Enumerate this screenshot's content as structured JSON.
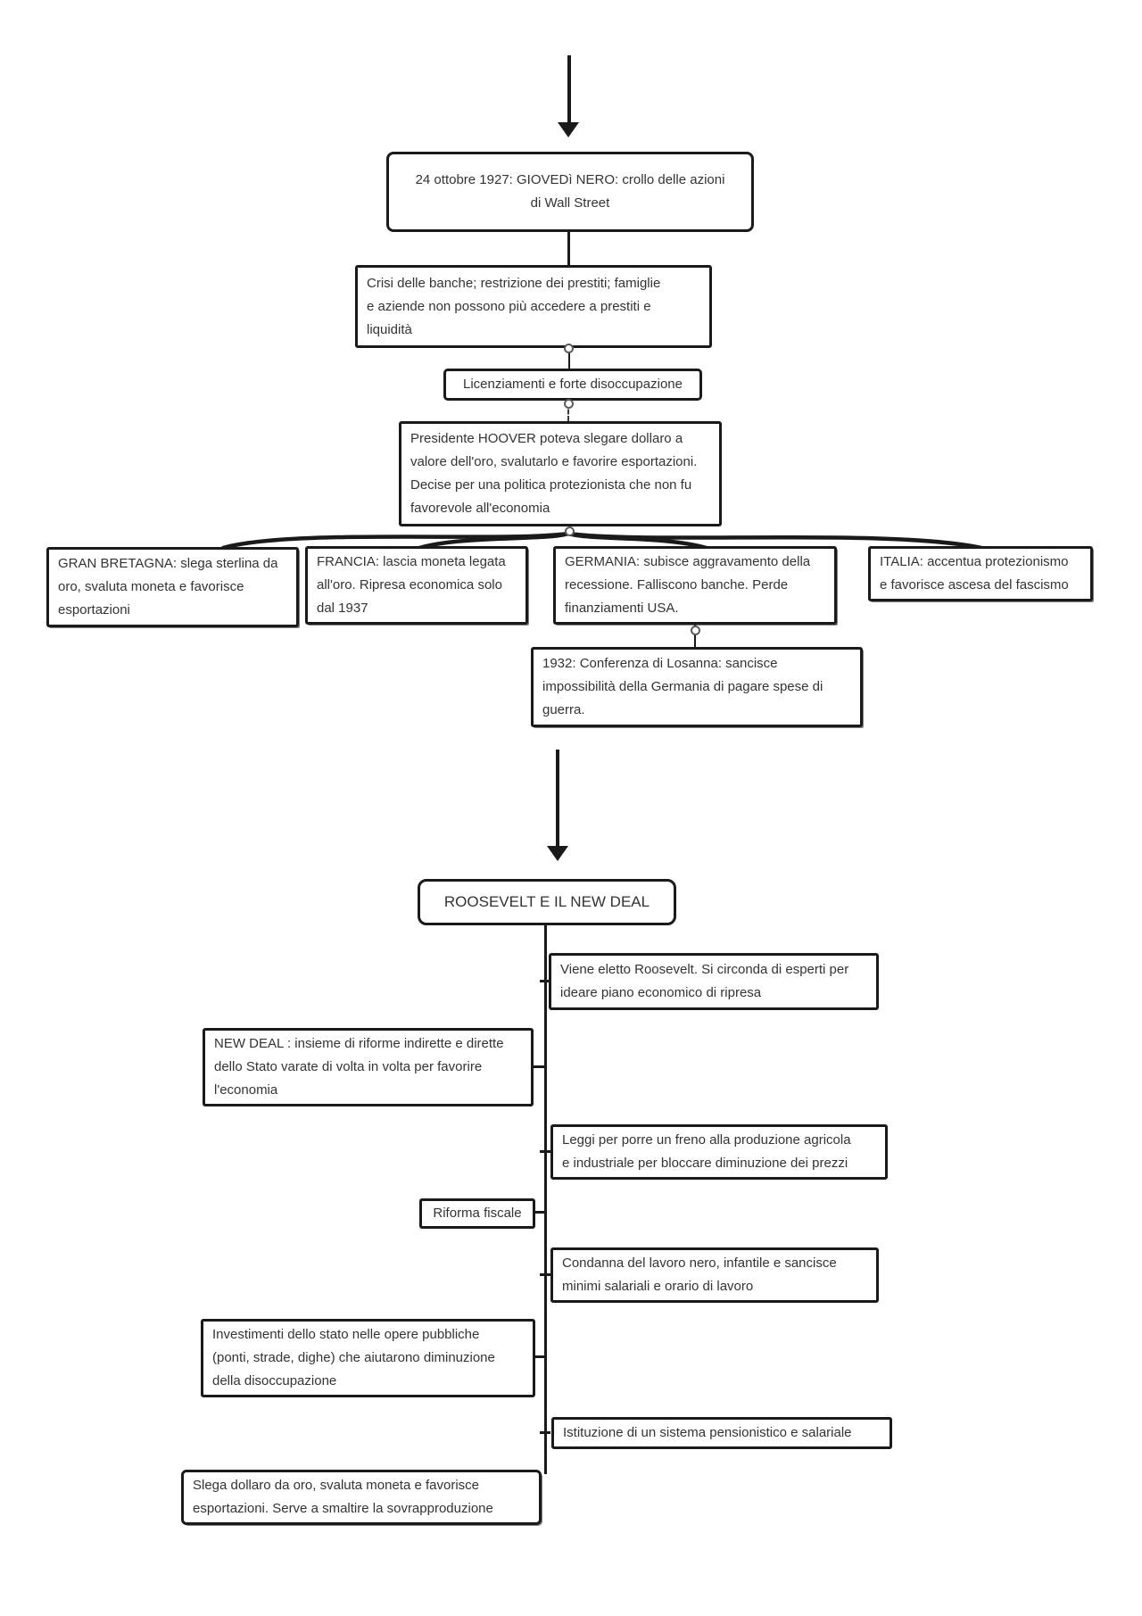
{
  "colors": {
    "line": "#1a1a1a",
    "text": "#333333",
    "background": "#ffffff"
  },
  "nodes": {
    "black_thursday": "24 ottobre 1927: GIOVEDì NERO: crollo delle azioni\ndi Wall Street",
    "bank_crisis": "Crisi delle banche; restrizione dei prestiti; famiglie\ne aziende non possono più accedere a prestiti e\nliquidità",
    "layoffs": "Licenziamenti e forte disoccupazione",
    "hoover": "Presidente HOOVER poteva slegare dollaro a\nvalore dell'oro, svalutarlo e favorire esportazioni.\nDecise per una politica protezionista che non fu\nfavorevole all'economia",
    "gran_bretagna": "GRAN BRETAGNA: slega sterlina da\noro, svaluta moneta e favorisce\nesportazioni",
    "francia": "FRANCIA: lascia moneta legata\nall'oro. Ripresa economica solo\ndal 1937",
    "germania": "GERMANIA: subisce aggravamento della\nrecessione. Falliscono banche. Perde\nfinanziamenti USA.",
    "italia": "ITALIA: accentua protezionismo\ne favorisce ascesa del fascismo",
    "losanna": "1932: Conferenza di Losanna: sancisce\nimpossibilità della Germania di pagare spese di\nguerra.",
    "roosevelt_title": "ROOSEVELT E IL NEW DEAL",
    "roosevelt_elected": "Viene eletto Roosevelt. Si circonda di esperti per\nideare piano economico di ripresa",
    "new_deal": "NEW DEAL : insieme di riforme indirette e dirette\ndello Stato varate di volta in volta per favorire\nl'economia",
    "leggi_produzione": "Leggi per porre un freno alla produzione agricola\ne industriale per bloccare diminuzione dei prezzi",
    "riforma_fiscale": "Riforma fiscale",
    "lavoro": "Condanna del lavoro nero, infantile e sancisce\nminimi salariali e orario di lavoro",
    "opere_pubbliche": "Investimenti dello stato nelle opere pubbliche\n(ponti, strade, dighe) che aiutarono diminuzione\ndella disoccupazione",
    "pensioni": "Istituzione di un sistema pensionistico e salariale",
    "dollaro": "Slega dollaro da oro, svaluta moneta e favorisce\nesportazioni. Serve a smaltire la sovrapproduzione"
  }
}
